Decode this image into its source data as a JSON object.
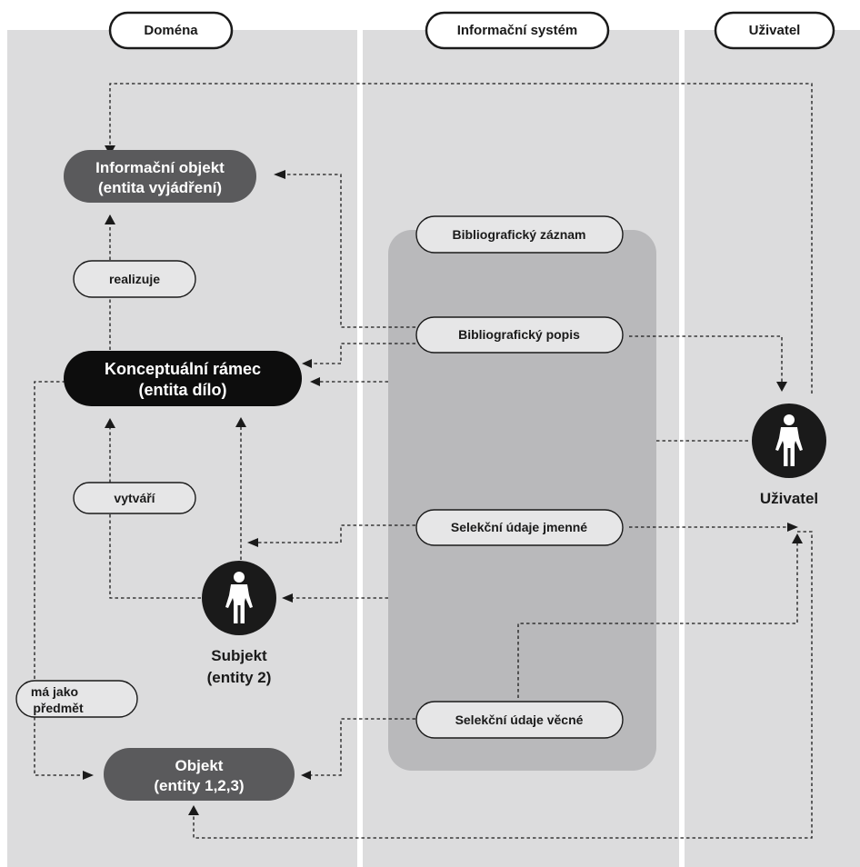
{
  "columns": {
    "domain": "Doména",
    "system": "Informační systém",
    "user": "Uživatel"
  },
  "nodes": {
    "info_object": [
      "Informační objekt",
      "(entita vyjádření)"
    ],
    "realizuje": "realizuje",
    "concept": [
      "Konceptuální rámec",
      "(entita dílo)"
    ],
    "vytvari": "vytváří",
    "ma_jako": [
      "má jako",
      "předmět"
    ],
    "object": [
      "Objekt",
      "(entity 1,2,3)"
    ],
    "record_title": "Bibliografický záznam",
    "popis": "Bibliografický popis",
    "jmenne": "Selekční údaje jmenné",
    "vecne": "Selekční údaje věcné"
  },
  "persons": {
    "subject": [
      "Subjekt",
      "(entity 2)"
    ],
    "user": "Uživatel"
  },
  "icons": {
    "subject": "person-icon",
    "user": "person-icon"
  },
  "colors": {
    "column_bg": "#dcdcdd",
    "record_area": "#b9b9bb",
    "dark_pill": "#5a5a5c",
    "black_pill": "#0d0d0d",
    "light_pill": "#e6e6e7"
  }
}
